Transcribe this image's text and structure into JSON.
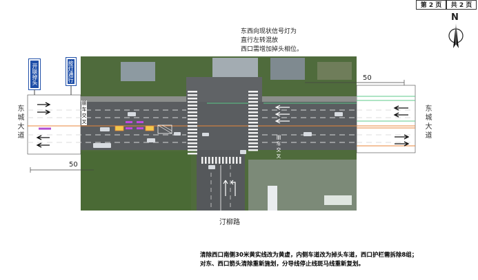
{
  "page": {
    "current": "第 2 页",
    "total": "共 2 页"
  },
  "compass": {
    "letter": "N"
  },
  "annotation": {
    "line1": "东西向现状信号灯为",
    "line2": "直行左转混放",
    "line3": "西口需增加掉头相位。"
  },
  "signs": {
    "left": "开联掉头",
    "right": "按灯通行"
  },
  "road_names": {
    "west": "东城大道",
    "east": "东城大道",
    "south": "汀柳路"
  },
  "dimensions": {
    "west": "50",
    "east": "50"
  },
  "road_markings": {
    "west_text": "朋车交叉",
    "east_text": "朋车交叉"
  },
  "bottom_notes": {
    "line1": "清除西口南侧30米黄实线改为黄虚，内侧车道改为掉头车道，西口护栏需拆除8组；",
    "line2": "对东、西口箭头清除重新施划，分导线停止线斑马线重新复划。"
  },
  "colors": {
    "sign_blue": "#1f4fa8",
    "orange_line": "#e8863a",
    "green_line": "#5cc98a",
    "road": "#5a5d60"
  }
}
